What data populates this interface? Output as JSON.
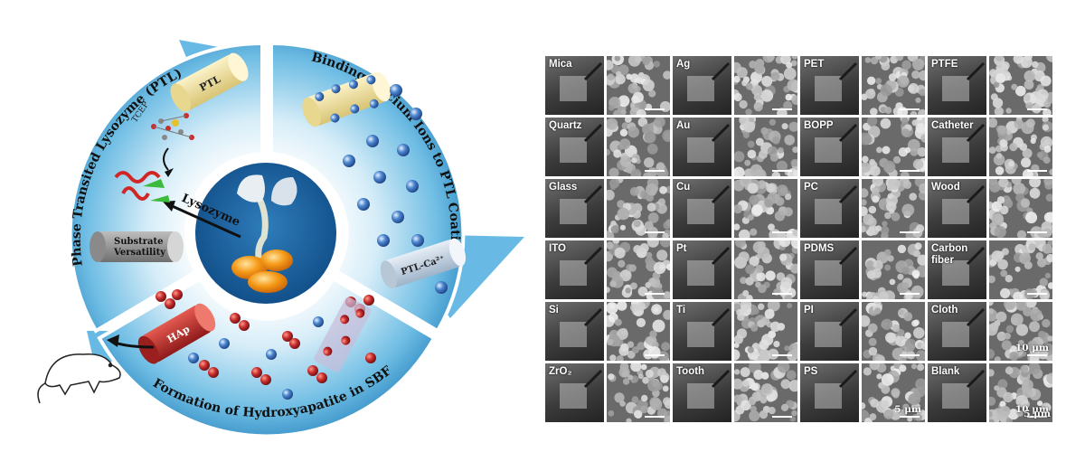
{
  "diagram": {
    "segments": [
      {
        "title": "Phase Transited Lysozyme (PTL)"
      },
      {
        "title": "Binding Calcium Ions to PTL Coating"
      },
      {
        "title": "Formation of Hydroxyapatite in SBF"
      }
    ],
    "center_label": "Lysozyme",
    "labels": {
      "ptl": "PTL",
      "tcep": "TCEP",
      "substrate": "Substrate\nVersatility",
      "ptl_ca": "PTL-Ca²⁺",
      "hap": "HAp"
    },
    "colors": {
      "ring": "#4aa6d6",
      "ring_light": "#cfe9f6",
      "ptl_cylinder": "#efe0a0",
      "hap_cylinder": "#c83a36",
      "calcium_ion": "#3b6fb8",
      "hap_particle": "#b8262a"
    }
  },
  "substrates": [
    {
      "name": "Mica",
      "scale": ""
    },
    {
      "name": "Ag",
      "scale": ""
    },
    {
      "name": "PET",
      "scale": ""
    },
    {
      "name": "PTFE",
      "scale": ""
    },
    {
      "name": "Quartz",
      "scale": ""
    },
    {
      "name": "Au",
      "scale": ""
    },
    {
      "name": "BOPP",
      "scale": ""
    },
    {
      "name": "Catheter",
      "scale": ""
    },
    {
      "name": "Glass",
      "scale": ""
    },
    {
      "name": "Cu",
      "scale": ""
    },
    {
      "name": "PC",
      "scale": ""
    },
    {
      "name": "Wood",
      "scale": ""
    },
    {
      "name": "ITO",
      "scale": ""
    },
    {
      "name": "Pt",
      "scale": ""
    },
    {
      "name": "PDMS",
      "scale": ""
    },
    {
      "name": "Carbon\nfiber",
      "scale": ""
    },
    {
      "name": "Si",
      "scale": ""
    },
    {
      "name": "Ti",
      "scale": ""
    },
    {
      "name": "PI",
      "scale": ""
    },
    {
      "name": "Cloth",
      "scale": "10 μm"
    },
    {
      "name": "ZrO₂",
      "scale": ""
    },
    {
      "name": "Tooth",
      "scale": ""
    },
    {
      "name": "PS",
      "scale": "5 μm"
    },
    {
      "name": "Blank",
      "scale": "10 μm",
      "extra_scale": "5 μm"
    }
  ]
}
